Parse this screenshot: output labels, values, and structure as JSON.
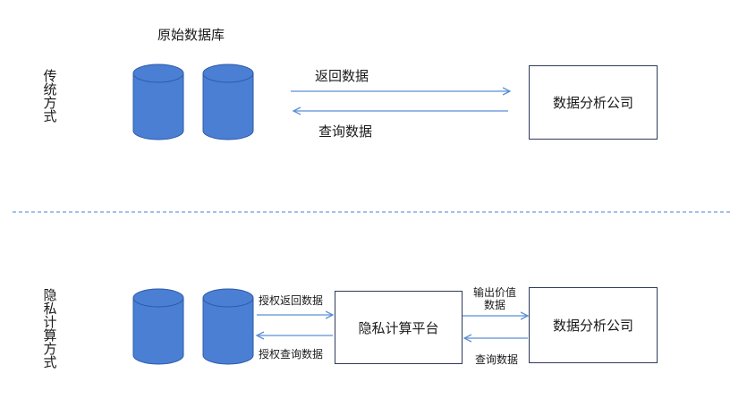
{
  "traditional": {
    "mode_label": "传统方式",
    "db_title": "原始数据库",
    "return_label": "返回数据",
    "query_label": "查询数据",
    "company_label": "数据分析公司"
  },
  "privacy": {
    "mode_label": "隐私计算方式",
    "auth_return_label": "授权返回数据",
    "auth_query_label": "授权查询数据",
    "platform_label": "隐私计算平台",
    "output_label_line1": "输出价值",
    "output_label_line2": "数据",
    "query_label": "查询数据",
    "company_label": "数据分析公司"
  },
  "colors": {
    "cylinder_fill": "#4a7fd4",
    "cylinder_stroke": "#2d5aa8",
    "arrow": "#5b8fd6",
    "divider": "#6f9be0",
    "box_border": "#2f3a5a"
  }
}
